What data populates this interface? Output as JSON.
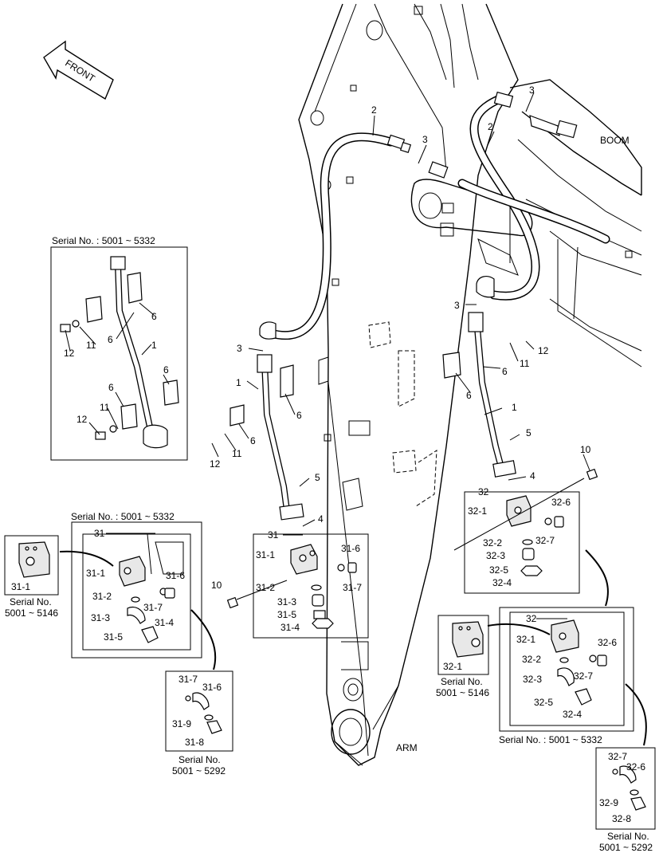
{
  "directions": {
    "front": "FRONT",
    "boom": "BOOM",
    "arm": "ARM"
  },
  "callouts": {
    "hose": "2",
    "oring": "3",
    "pipe": "1",
    "clamp": "6",
    "bolt_clamp": "12",
    "washer": "11",
    "bolt_pipe": "5",
    "oring_pipe": "4",
    "bolt_block": "10",
    "block_left": "31",
    "block_right": "32"
  },
  "parts_left_block": [
    "31-1",
    "31-2",
    "31-3",
    "31-4",
    "31-5",
    "31-6",
    "31-7",
    "31-8",
    "31-9"
  ],
  "parts_right_block": [
    "32-1",
    "32-2",
    "32-3",
    "32-4",
    "32-5",
    "32-6",
    "32-7",
    "32-8",
    "32-9"
  ],
  "serials": {
    "s5001_5332": "Serial No. : 5001 ~ 5332",
    "serial_no": "Serial No.",
    "r5001_5146": "5001 ~ 5146",
    "r5001_5292": "5001 ~ 5292"
  }
}
